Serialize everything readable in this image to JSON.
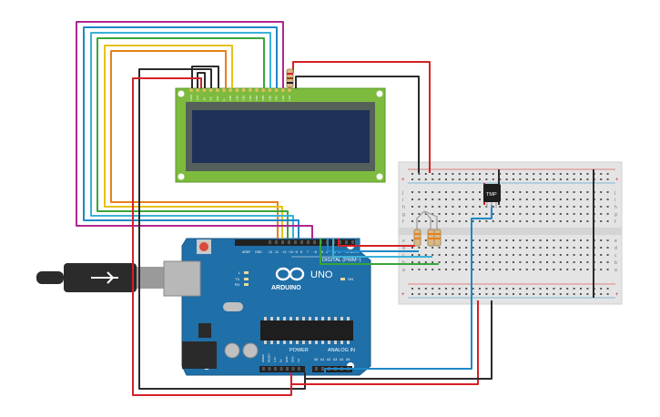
{
  "board": {
    "brand": "ARDUINO",
    "model": "UNO",
    "digital_label": "DIGITAL (PWM~)",
    "power_label": "POWER",
    "analog_label": "ANALOG IN",
    "on_label": "ON",
    "tx_label": "TX",
    "rx_label": "RX",
    "l_label": "L",
    "aref_label": "AREF",
    "gnd_label": "GND",
    "digital_pins": [
      "13",
      "12",
      "~11",
      "~10",
      "~9",
      "8",
      "7",
      "~6",
      "~5",
      "4",
      "~3",
      "2",
      "TX 1",
      "RX 0"
    ],
    "power_pins": [
      "IOREF",
      "RESET",
      "3.3V",
      "5V",
      "GND",
      "GND",
      "Vin"
    ],
    "analog_pins": [
      "A0",
      "A1",
      "A2",
      "A3",
      "A4",
      "A5"
    ]
  },
  "lcd": {
    "pin_labels": [
      "GND",
      "VCC",
      "V0",
      "RS",
      "RW",
      "E",
      "DB0",
      "DB1",
      "DB2",
      "DB3",
      "DB4",
      "DB5",
      "DB6",
      "DB7",
      "LED",
      "LED"
    ]
  },
  "sensor": {
    "label": "TMP"
  },
  "breadboard": {
    "row_letters_top": [
      "j",
      "i",
      "h",
      "g",
      "f"
    ],
    "row_letters_bottom": [
      "e",
      "d",
      "c",
      "b",
      "a"
    ],
    "plus_sign": "+",
    "minus_sign": "−"
  },
  "colors": {
    "board_blue": "#1f6fa8",
    "lcd_green": "#7dbb3f",
    "lcd_screen": "#1e3158",
    "wire_red": "#d62027",
    "wire_black": "#2b2b2b",
    "wire_blue": "#1e88c8",
    "wire_green": "#3aa63a",
    "wire_orange": "#e8801a",
    "wire_yellow": "#e6c21a",
    "wire_magenta": "#b0278e",
    "wire_cyan": "#3cb1d8"
  }
}
